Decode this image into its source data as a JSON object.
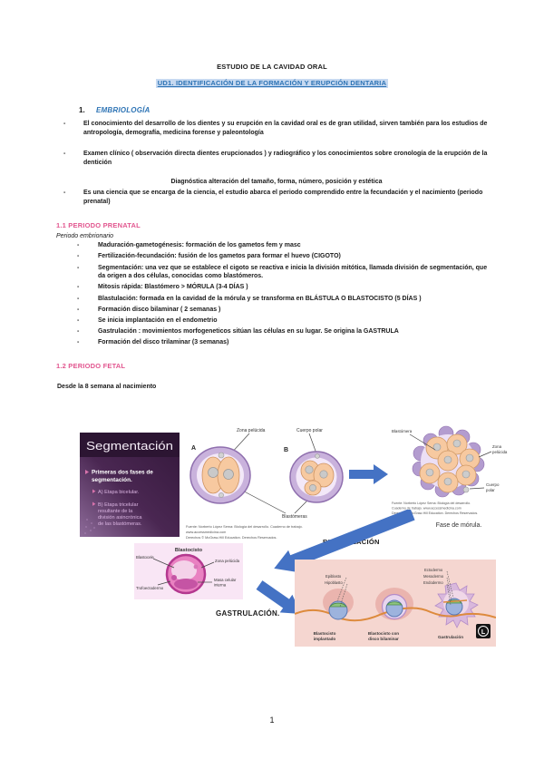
{
  "page": {
    "title": "ESTUDIO DE LA CAVIDAD ORAL",
    "subtitle": "UD1. IDENTIFICACIÓN DE LA FORMACIÓN Y ERUPCIÓN DENTARIA",
    "page_number": "1"
  },
  "colors": {
    "heading_blue": "#2e74b5",
    "heading_pink": "#e2568f",
    "subtitle_highlight": "#c6d9f1",
    "arrow_blue": "#4472c4"
  },
  "embriologia": {
    "number": "1.",
    "title": "EMBRIOLOGÍA",
    "bullet1": "El conocimiento del desarrollo de los dientes y su erupción en la cavidad oral es de gran utilidad, sirven también para los estudios de antropología, demografía, medicina forense y paleontología",
    "bullet2": "Examen clínico ( observación directa dientes erupcionados ) y radiográfico y los conocimientos sobre cronología de la erupción de la dentición",
    "centered": "Diagnóstica alteración del tamaño, forma, número, posición y estética",
    "bullet3": "Es una ciencia que se encarga de la ciencia, el estudio abarca el periodo comprendido entre la fecundación y el nacimiento (periodo prenatal)"
  },
  "prenatal": {
    "title": "1.1 PERIODO PRENATAL",
    "subtitle": "Periodo embrionario",
    "bullets": [
      "Maduración-gametogénesis: formación de los gametos fem y masc",
      "Fertilización-fecundación: fusión de los gametos para formar el huevo (CIGOTO)",
      "Segmentación: una vez que se establece el cigoto se reactiva e inicia la división mitótica, llamada división de segmentación, que da origen a dos células, conocidas como blastómeros.",
      "Mitosis rápida: Blastómero > MÓRULA (3-4 DÍAS )",
      "Blastulación: formada en la cavidad de la mórula y se transforma en BLÁSTULA O BLASTOCISTO (5 DÍAS )",
      "Formación disco bilaminar ( 2 semanas )",
      "Se inicia implantación en el endometrio",
      "Gastrulación : movimientos morfogeneticos sitúan las células en su lugar. Se origina la GASTRULA",
      "Formación del disco trilaminar (3 semanas)"
    ]
  },
  "fetal": {
    "title": "1.2 PERIODO FETAL",
    "line": "Desde la 8 semana al nacimiento"
  },
  "figures": {
    "segmentacion_slide": {
      "title": "Segmentación",
      "bullet_main_lines": [
        "Primeras dos fases de",
        "segmentación."
      ],
      "sub_a": "A) Etapa bicelular.",
      "sub_b_lines": [
        "B) Etapa tricelular",
        "resultante de la",
        "división asincrónica",
        "de las blastómeras."
      ]
    },
    "cells_ab": {
      "label_a": "A",
      "label_b": "B",
      "zona_pelucida": "Zona pelúcida",
      "cuerpo_polar": "Cuerpo polar",
      "blastomeras": "Blastómeras",
      "caption_lines": [
        "Fuente: Norberto López Serna: Biología del desarrollo. Cuaderno de trabajo.",
        "www.accessmedicina.com",
        "Derechos © McGraw-Hill Education. Derechos Reservados."
      ]
    },
    "morula": {
      "blastomera": "Blastómera",
      "zona_line1": "Zona",
      "zona_line2": "pelúcida",
      "cuerpo_line1": "Cuerpo",
      "cuerpo_line2": "polar",
      "caption_lines": [
        "Fuente: Norberto López Serna: Biología del desarrollo.",
        "Cuaderno de trabajo. www.accessmedicina.com",
        "Derechos © McGraw-Hill Education. Derechos Reservados."
      ],
      "fase_label": "Fase de mórula."
    },
    "blastulacion_label": "BLASTULACIÓN",
    "gastrulacion_label": "GASTRULACIÓN.",
    "blastocisto": {
      "title": "Blastocisto",
      "blastocele": "Blastocele",
      "zona_pelucida": "Zona pelúcida",
      "trofoectodermo": "Trofoectodermo",
      "masa_line1": "Masa celular",
      "masa_line2": "interna"
    },
    "gastrula_strip": {
      "epiblasto": "Epiblasto",
      "hipoblasto": "Hipoblasto",
      "ectodermo": "Ectodermo",
      "mesodermo": "Mesodermo",
      "endodermo": "Endodermo",
      "stage1_l1": "Blastocisto",
      "stage1_l2": "implantado",
      "stage2_l1": "Blastocisto con",
      "stage2_l2": "disco bilaminar",
      "stage3": "Gastrulación",
      "logo_letter": "L"
    }
  }
}
